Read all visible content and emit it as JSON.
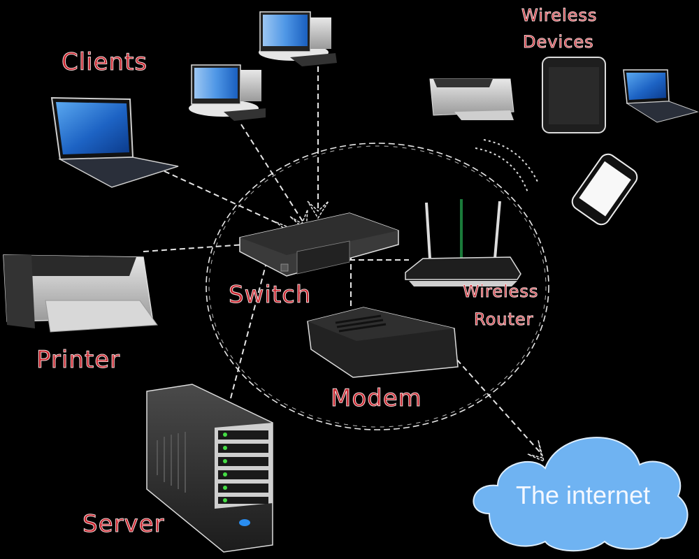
{
  "diagram": {
    "type": "network-topology",
    "background": "#000000",
    "label_color": "#c8202a",
    "cloud_color": "#6fb3f2",
    "boundary": "dashed-ellipse"
  },
  "labels": {
    "clients": "Clients",
    "wireless_devices_line1": "Wireless",
    "wireless_devices_line2": "Devices",
    "switch": "Switch",
    "wireless_router_line1": "Wireless",
    "wireless_router_line2": "Router",
    "printer": "Printer",
    "modem": "Modem",
    "server": "Server",
    "internet": "The internet"
  },
  "nodes": [
    {
      "id": "laptop-client",
      "icon": "laptop-icon",
      "group": "Clients"
    },
    {
      "id": "desktop-client-1",
      "icon": "desktop-computer-icon",
      "group": "Clients"
    },
    {
      "id": "desktop-client-2",
      "icon": "desktop-computer-icon",
      "group": "Clients"
    },
    {
      "id": "printer",
      "icon": "printer-icon"
    },
    {
      "id": "server",
      "icon": "server-tower-icon"
    },
    {
      "id": "switch",
      "icon": "network-switch-icon"
    },
    {
      "id": "wireless-router",
      "icon": "wireless-router-icon"
    },
    {
      "id": "modem",
      "icon": "modem-icon"
    },
    {
      "id": "internet",
      "icon": "cloud-icon"
    },
    {
      "id": "wireless-printer",
      "icon": "printer-icon",
      "group": "Wireless Devices"
    },
    {
      "id": "wireless-speaker",
      "icon": "speaker-icon",
      "group": "Wireless Devices"
    },
    {
      "id": "wireless-laptop",
      "icon": "laptop-icon",
      "group": "Wireless Devices"
    },
    {
      "id": "smartphone",
      "icon": "smartphone-icon",
      "group": "Wireless Devices"
    }
  ],
  "connections": [
    {
      "from": "laptop-client",
      "to": "switch",
      "style": "dashed-arrow"
    },
    {
      "from": "desktop-client-1",
      "to": "switch",
      "style": "dashed-arrow"
    },
    {
      "from": "desktop-client-2",
      "to": "switch",
      "style": "dashed-arrow"
    },
    {
      "from": "printer",
      "to": "switch",
      "style": "dashed"
    },
    {
      "from": "server",
      "to": "switch",
      "style": "dashed"
    },
    {
      "from": "switch",
      "to": "wireless-router",
      "style": "dashed"
    },
    {
      "from": "switch",
      "to": "modem",
      "style": "dashed"
    },
    {
      "from": "modem",
      "to": "internet",
      "style": "dashed-arrow"
    },
    {
      "from": "wireless-router",
      "to": "wireless-devices",
      "style": "wifi-signal"
    }
  ]
}
